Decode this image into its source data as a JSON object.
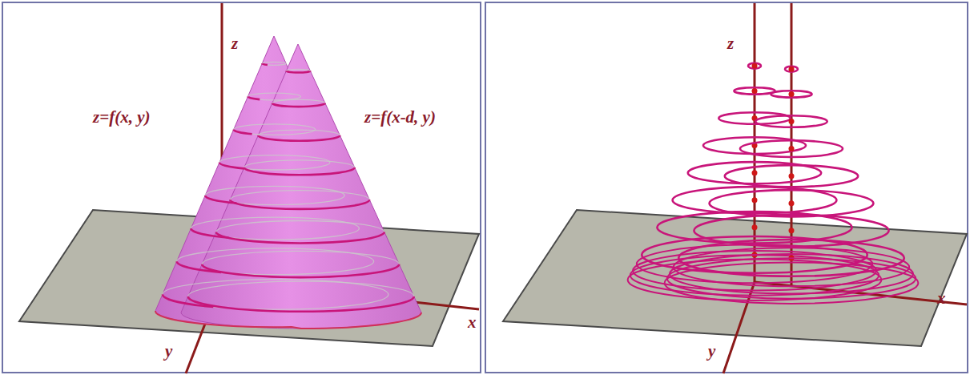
{
  "diagram": {
    "labels": [
      "z",
      "z=f(x, y)",
      "z=f(x-d, y)",
      "x",
      "y",
      "z",
      "x",
      "y"
    ]
  }
}
